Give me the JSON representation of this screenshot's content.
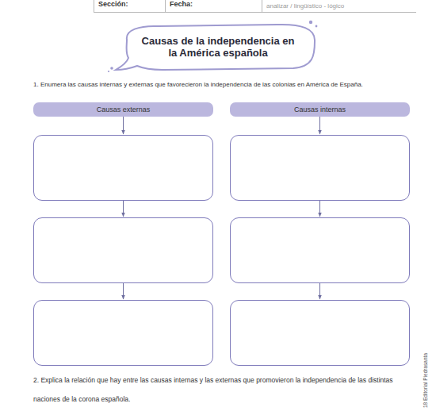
{
  "diagram": {
    "title": "Causas de la independencia en la América española",
    "nodes": [
      {
        "text": [
          "Causas externas"
        ]
      },
      {
        "text": [
          "Causas internas"
        ]
      },
      {
        "text": []
      },
      {
        "text": []
      },
      {
        "text": []
      },
      {
        "text": []
      },
      {
        "text": []
      },
      {
        "text": []
      }
    ],
    "edges": [
      {
        "from": 0,
        "to": 2,
        "arrow": "to"
      },
      {
        "from": 2,
        "to": 4,
        "arrow": "to"
      },
      {
        "from": 4,
        "to": 6,
        "arrow": "to"
      },
      {
        "from": 1,
        "to": 3,
        "arrow": "to"
      },
      {
        "from": 3,
        "to": 5,
        "arrow": "to"
      },
      {
        "from": 5,
        "to": 7,
        "arrow": "to"
      }
    ],
    "labels": [
      "Sección:",
      "Fecha:",
      "analizar / lingüístico - lógico",
      "1. Enumera las causas internas y externas que favorecieron la independencia de las colonias en América de España.",
      "2. Explica la relación que hay entre las causas internas y las externas que promovieron la independencia de las distintas naciones de la corona española.",
      "18 Editorial Piedrasanta"
    ]
  }
}
